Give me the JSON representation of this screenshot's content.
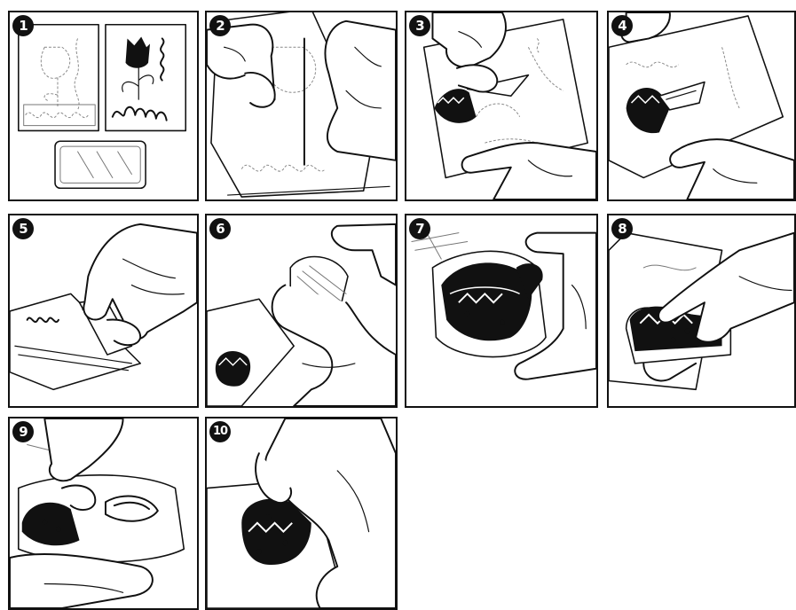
{
  "steps": [
    {
      "number": "1"
    },
    {
      "number": "2"
    },
    {
      "number": "3"
    },
    {
      "number": "4"
    },
    {
      "number": "5"
    },
    {
      "number": "6"
    },
    {
      "number": "7"
    },
    {
      "number": "8"
    },
    {
      "number": "9"
    },
    {
      "number": "10"
    }
  ],
  "colors": {
    "line": "#111111",
    "background": "#ffffff"
  }
}
